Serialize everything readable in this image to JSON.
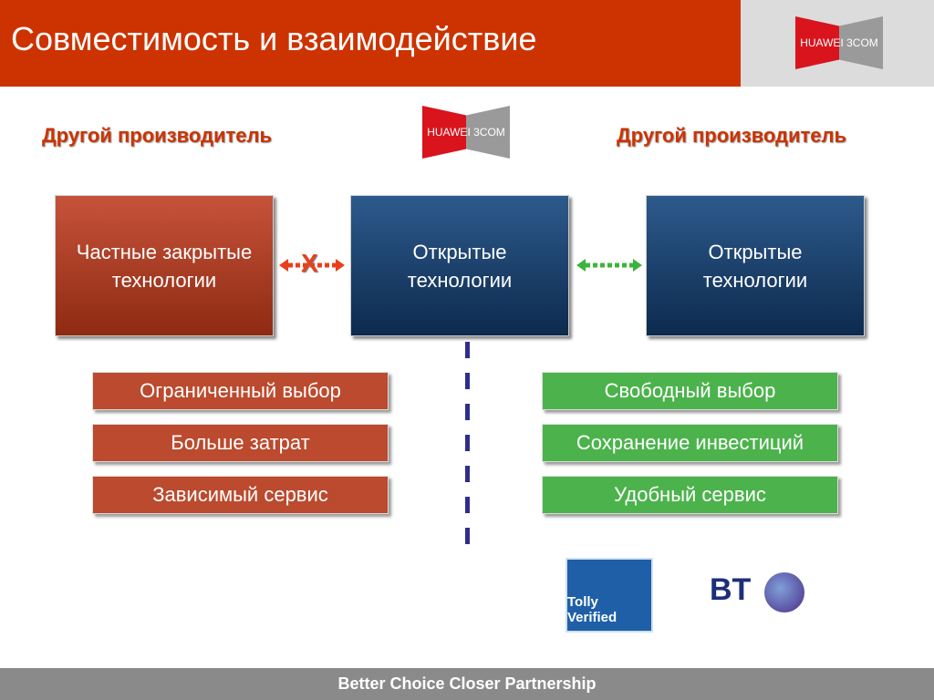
{
  "header": {
    "title": "Совместимость и взаимодействие",
    "logo_text": "HUAWEI 3COM"
  },
  "center_logo_text": "HUAWEI 3COM",
  "left_label": "Другой производитель",
  "right_label": "Другой производитель",
  "boxes": [
    {
      "text": "Частные закрытые технологии"
    },
    {
      "text": "Открытые технологии"
    },
    {
      "text": "Открытые технологии"
    }
  ],
  "incompatible_mark": "X",
  "left_list": [
    "Ограниченный выбор",
    "Больше затрат",
    "Зависимый сервис"
  ],
  "right_list": [
    "Свободный выбор",
    "Сохранение инвестиций",
    "Удобный сервис"
  ],
  "logos": {
    "tolly": "Tolly Verified",
    "bt": "BT"
  },
  "footer": "Better Choice Closer Partnership",
  "colors": {
    "header": "#cc3300",
    "red_box": "#bb4a2e",
    "blue_box": "#1b3d66",
    "green_box": "#4cb34c"
  }
}
